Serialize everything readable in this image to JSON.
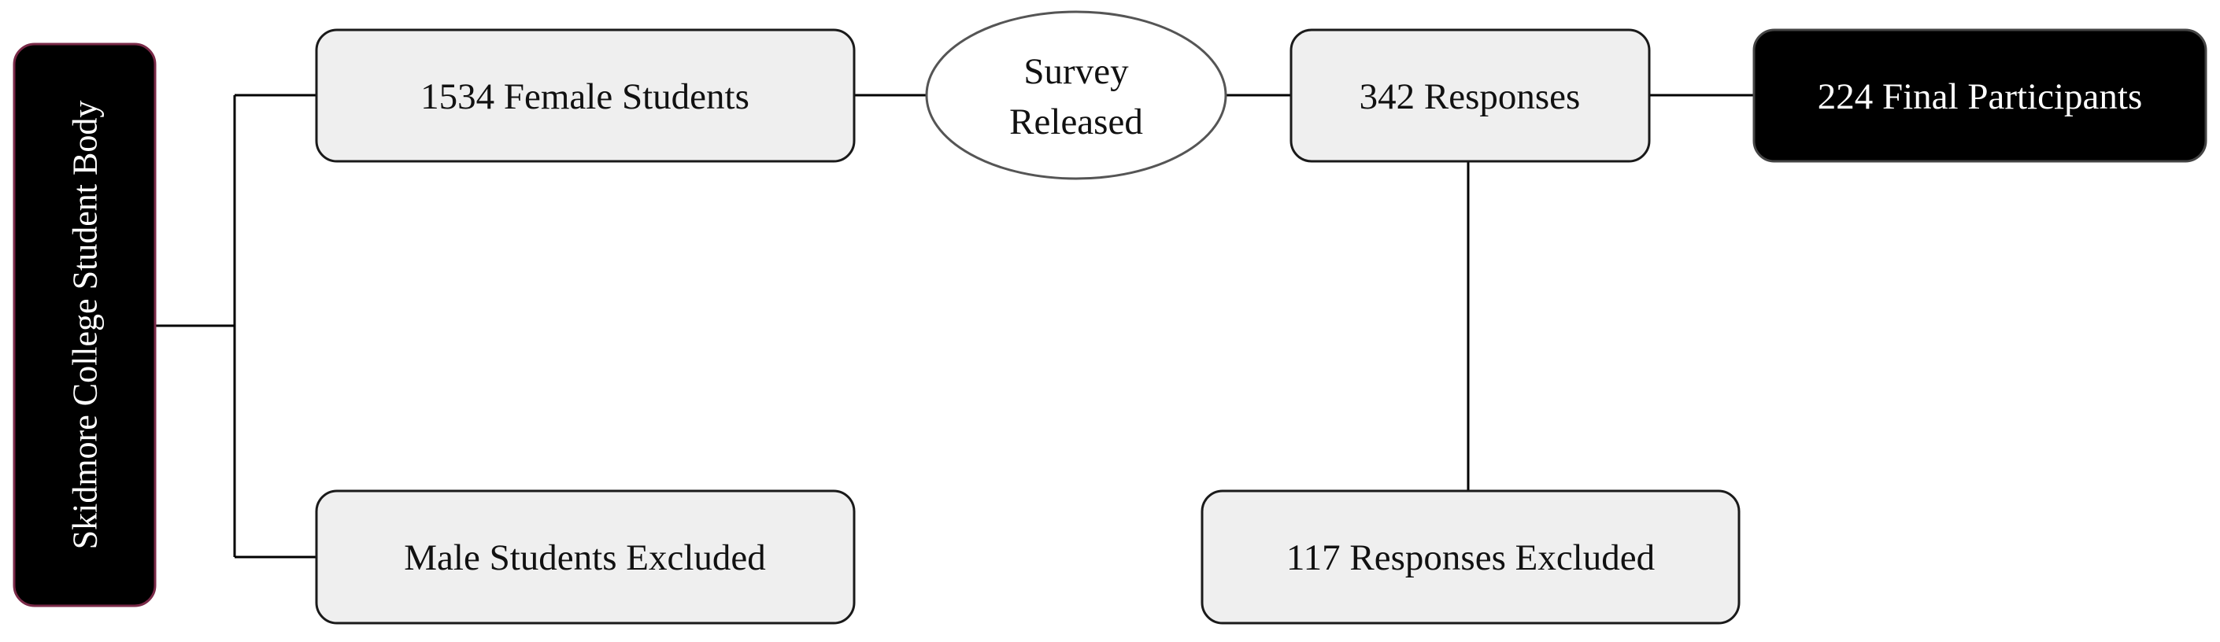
{
  "diagram": {
    "source": {
      "label": "Skidmore College Student Body"
    },
    "female": {
      "label": "1534 Female Students"
    },
    "male_excluded": {
      "label": "Male Students Excluded"
    },
    "survey": {
      "line1": "Survey",
      "line2": "Released"
    },
    "responses": {
      "label": "342 Responses"
    },
    "responses_excluded": {
      "label": "117 Responses Excluded"
    },
    "final": {
      "label": "224 Final Participants"
    }
  },
  "colors": {
    "box_fill": "#efefef",
    "dark_fill": "#000000",
    "source_border": "#7a2a48",
    "line": "#000000"
  }
}
